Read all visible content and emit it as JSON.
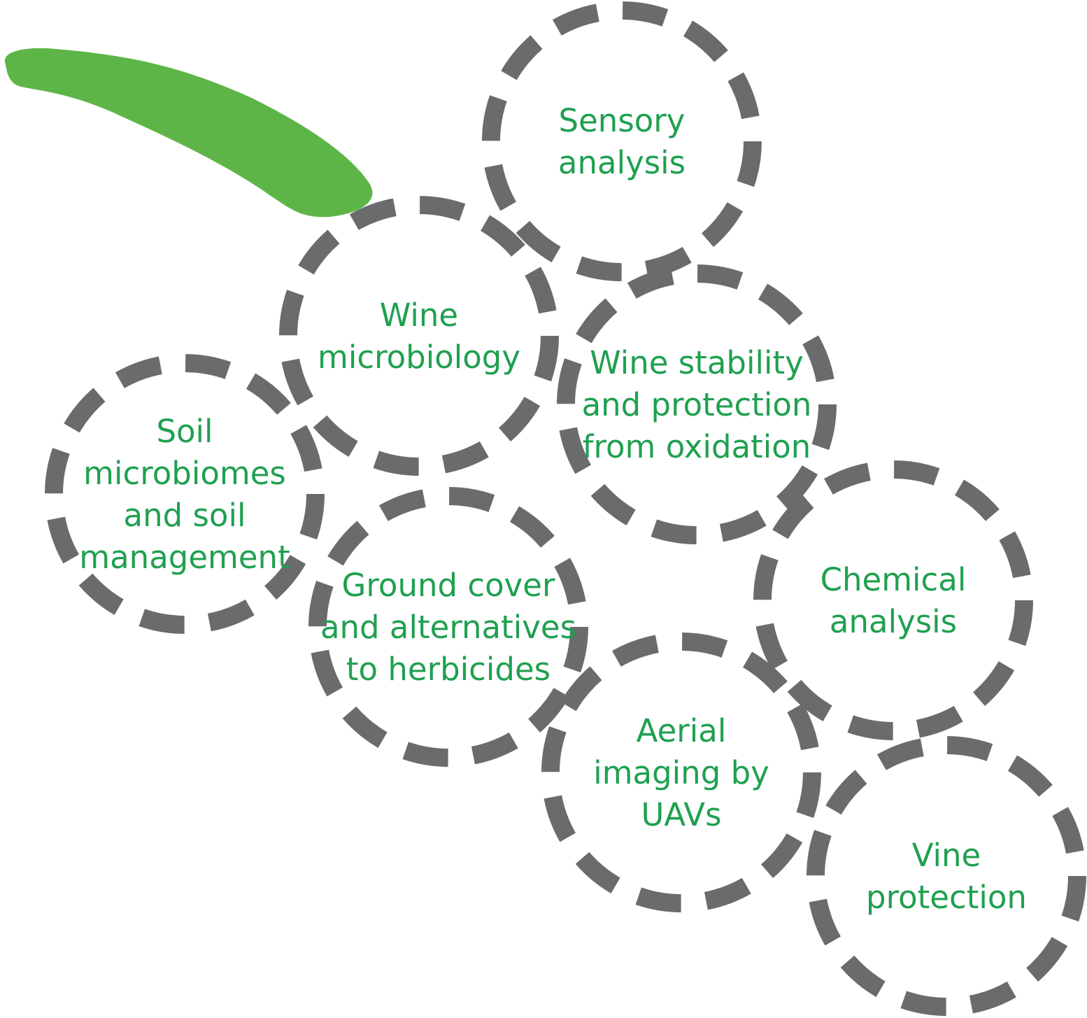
{
  "colors": {
    "ring": "#6b6b6e",
    "label": "#1fa050",
    "stem": "#5db547",
    "background": "#ffffff"
  },
  "stem": {
    "name": "grape-stem",
    "icon": "grape-stem-icon"
  },
  "bubbles": [
    {
      "id": "sensory-analysis",
      "lines": [
        "Sensory",
        "analysis"
      ]
    },
    {
      "id": "wine-microbiology",
      "lines": [
        "Wine",
        "microbiology"
      ]
    },
    {
      "id": "wine-stability",
      "lines": [
        "Wine stability",
        "and protection",
        "from oxidation"
      ]
    },
    {
      "id": "soil-microbiomes",
      "lines": [
        "Soil",
        "microbiomes",
        "and soil",
        "management"
      ]
    },
    {
      "id": "ground-cover",
      "lines": [
        "Ground cover",
        "and alternatives",
        "to herbicides"
      ]
    },
    {
      "id": "chemical-analysis",
      "lines": [
        "Chemical",
        "analysis"
      ]
    },
    {
      "id": "aerial-imaging",
      "lines": [
        "Aerial",
        "imaging by",
        "UAVs"
      ]
    },
    {
      "id": "vine-protection",
      "lines": [
        "Vine",
        "protection"
      ]
    }
  ]
}
